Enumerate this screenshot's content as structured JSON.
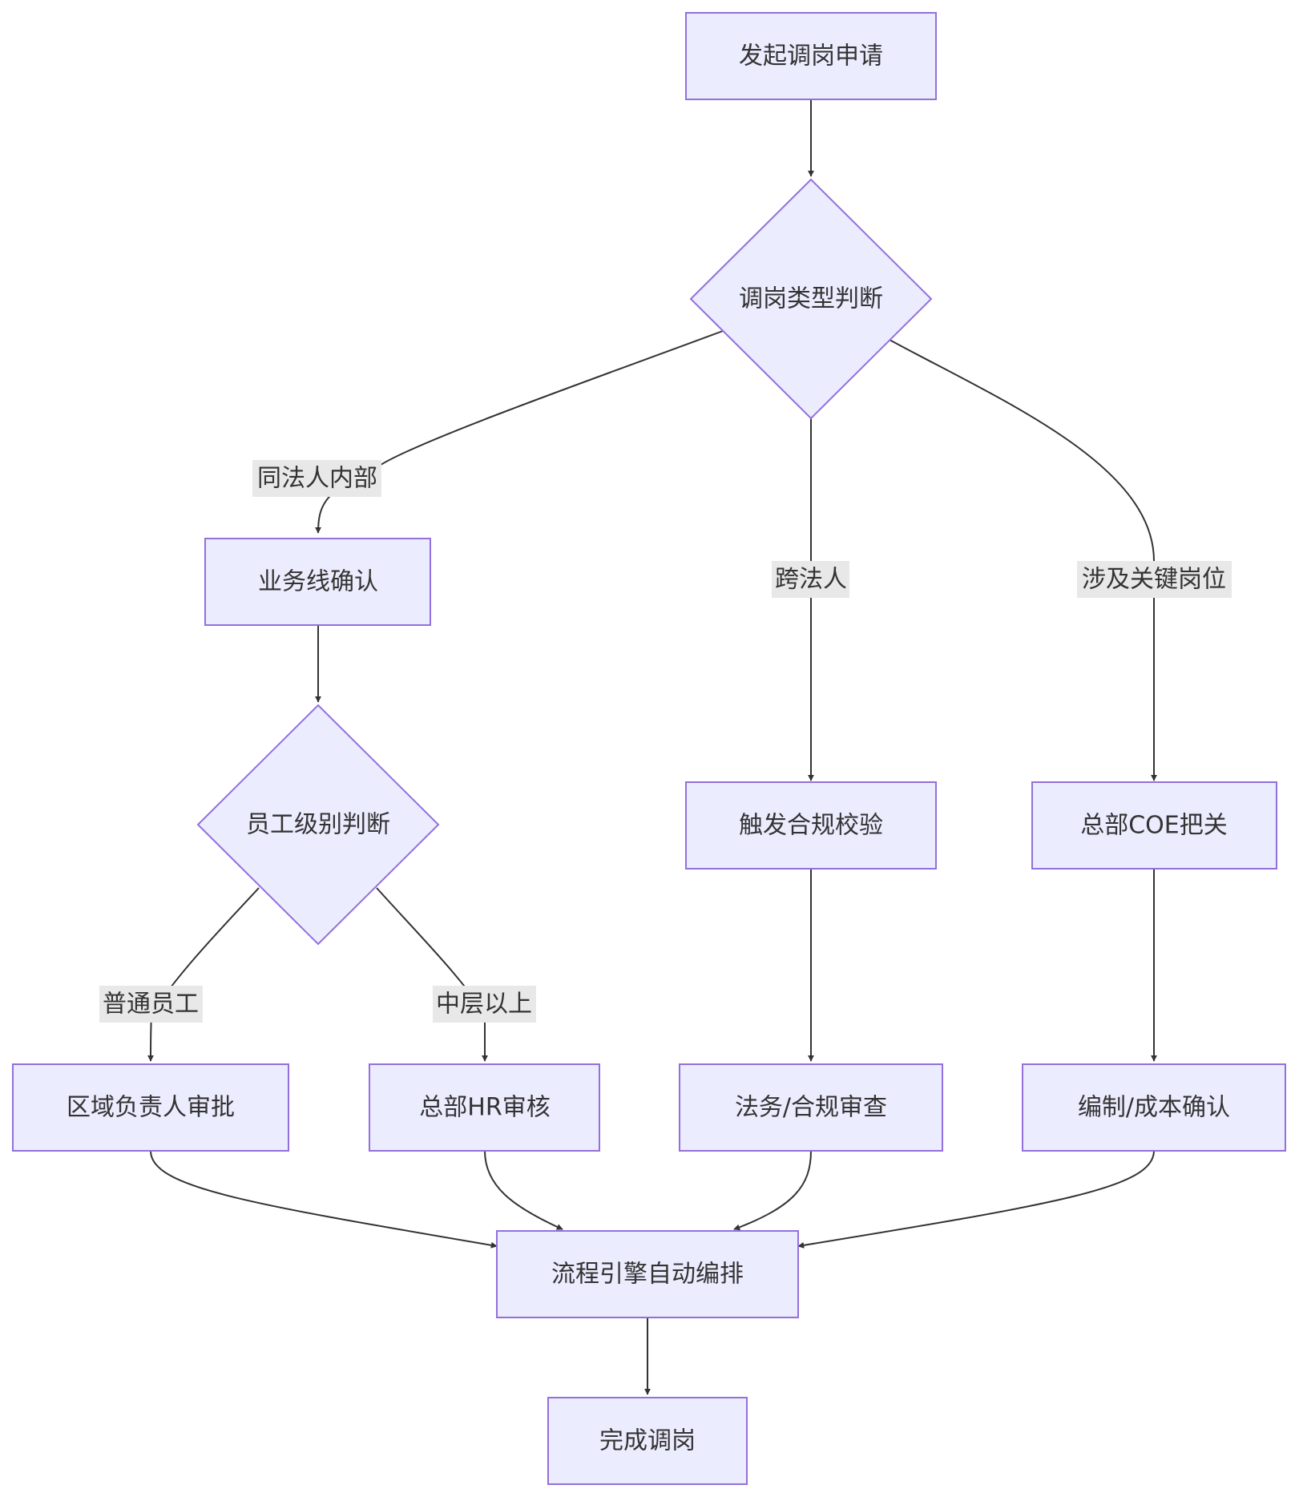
{
  "flowchart": {
    "nodes": {
      "start": "发起调岗申请",
      "type_decision": "调岗类型判断",
      "business_confirm": "业务线确认",
      "level_decision": "员工级别判断",
      "regional_approval": "区域负责人审批",
      "hq_hr_review": "总部HR审核",
      "compliance_check": "触发合规校验",
      "legal_review": "法务/合规审查",
      "hq_coe": "总部COE把关",
      "cost_confirm": "编制/成本确认",
      "engine": "流程引擎自动编排",
      "end": "完成调岗"
    },
    "edge_labels": {
      "same_entity": "同法人内部",
      "cross_entity": "跨法人",
      "key_position": "涉及关键岗位",
      "regular_staff": "普通员工",
      "mid_level": "中层以上"
    },
    "colors": {
      "node_fill": "#ECECFF",
      "node_stroke": "#9370DB",
      "edge": "#333333",
      "label_bg": "#E8E8E8"
    }
  }
}
